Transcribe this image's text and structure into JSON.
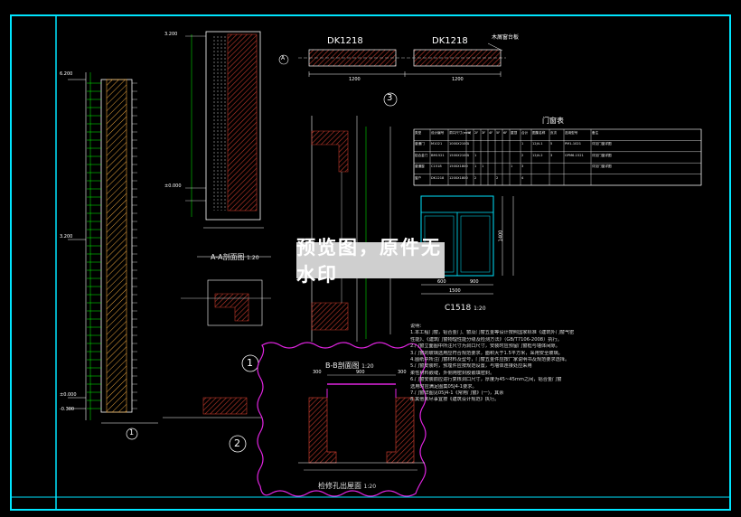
{
  "watermark": "预览图，原件无水印",
  "window_labels": {
    "left": "DK1218",
    "right": "DK1218",
    "sill_note": "木屑窗台板"
  },
  "section_aa": {
    "title": "A-A剖面图",
    "scale": "1:20"
  },
  "section_bb": {
    "title": "B-B剖面图",
    "scale": "1:20"
  },
  "hatch_section": {
    "title": "检修孔出屋面",
    "scale": "1:20"
  },
  "window_c1518": {
    "title": "C1518",
    "scale": "1:20",
    "height": "1400",
    "width": "1500"
  },
  "schedule": {
    "title": "门窗表",
    "headers": [
      "类型",
      "设计编号",
      "洞口尺寸(mm)",
      "1F",
      "2F",
      "3F",
      "4F",
      "5F",
      "6F",
      "屋顶",
      "合计",
      "图集名称",
      "页次",
      "选用型号",
      "备注"
    ],
    "rows": [
      [
        "普通门",
        "M1021",
        "1000X2100",
        "1",
        "",
        "",
        "",
        "",
        "",
        "",
        "1",
        "12J4-1",
        "5",
        "PM1-1021",
        "详见门窗详图"
      ],
      [
        "铝合金门",
        "BM1521",
        "1500X2100",
        "1",
        "1",
        "",
        "",
        "",
        "",
        "",
        "2",
        "12J4-2",
        "3",
        "GPM6-1521",
        "详见门窗详图"
      ],
      [
        "普通窗",
        "C1518",
        "1500X1800",
        "",
        "1",
        "1",
        "",
        "",
        "",
        "1",
        "3",
        "",
        "",
        "",
        "详见门窗详图"
      ],
      [
        "窗户",
        "DK1218",
        "1200X1800",
        "",
        "2",
        "",
        "",
        "2",
        "",
        "",
        "4",
        "",
        "",
        "",
        ""
      ]
    ]
  },
  "dims": {
    "elev_top": "6.200",
    "elev_mid": "3.200",
    "elev_low": "±0.000",
    "elev_base": "-0.300",
    "elev_a": "3.200",
    "elev_b": "±0.000",
    "win_w1": "1200",
    "win_w2": "1200",
    "col_1": "600",
    "col_2": "900",
    "bb_1": "300",
    "bb_2": "900",
    "bb_3": "300"
  },
  "callouts": {
    "one": "1",
    "two": "2",
    "three": "3",
    "axis_a": "A"
  },
  "notes": [
    "说明：",
    "1.本工程门窗，铝合金门、窗及门窗五金等设计按照国家标准《建筑外门窗气密",
    "  性能》、《建筑门窗物理性能分级及检测方法》（GB/T7106-2008）执行。",
    "2.门窗立面图中所注尺寸为洞口尺寸，安装时应预留门窗框与墙体间隙。",
    "3.门窗的玻璃选用应符合规范要求，面积大于1.5平方米，采用安全玻璃。",
    "4.图纸中所注门窗材料及型号，门窗五金件应按厂家说明书及规范要求选择。",
    "5.门窗安装时，预埋件应按规范设置，与墙体连接处应采用",
    "  柔性材料嵌缝，外侧用密封胶嵌填密封。",
    "6.门窗安装前应进行复核洞口尺寸，厚度为45~45mm之间，铝合金门窗",
    "  选用时应满足图集05J4-1要求。",
    "7.门窗详图见05J4-1《常用门窗》(一)，其余",
    "8.其他未尽事宜按《建筑设计规范》执行。"
  ]
}
